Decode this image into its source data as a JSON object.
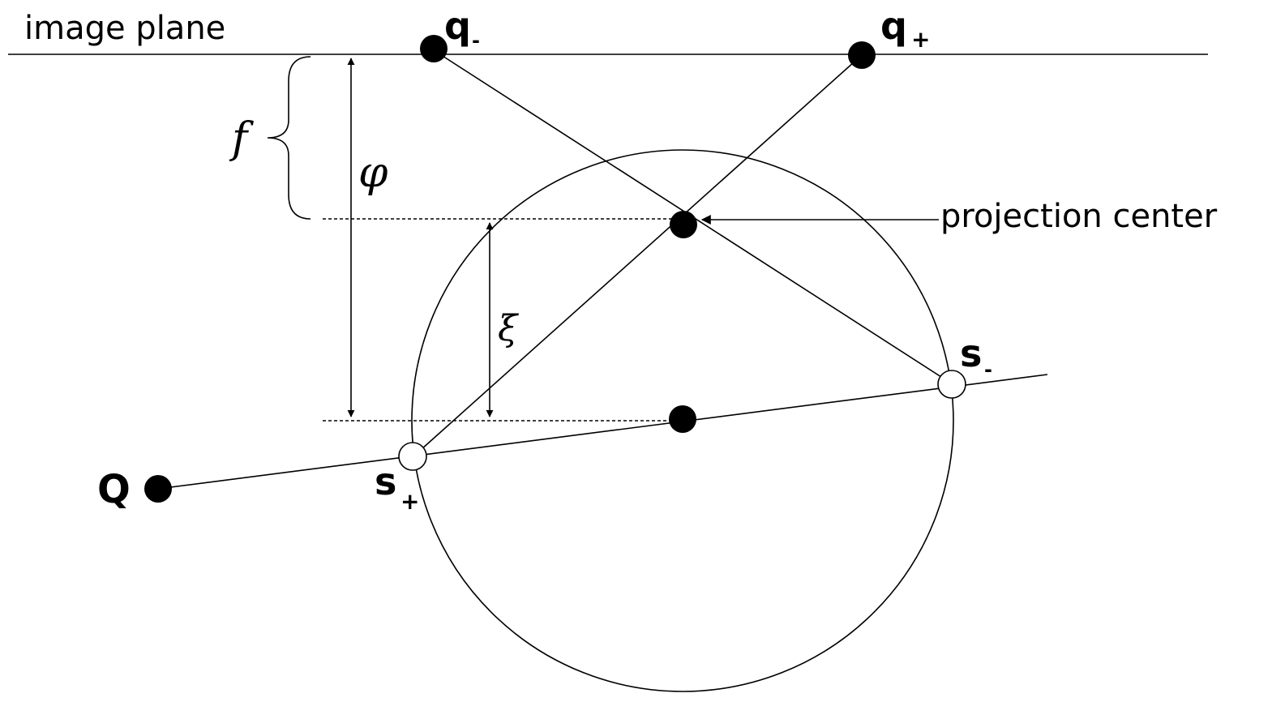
{
  "labels": {
    "image_plane": "image plane",
    "projection_center": "projection center",
    "f": "f",
    "phi": "φ",
    "xi": "ξ",
    "q_minus": "q",
    "q_minus_sub": "-",
    "q_plus": "q",
    "q_plus_sub": "+",
    "s_minus": "s",
    "s_minus_sub": "-",
    "s_plus": "s",
    "s_plus_sub": "+",
    "Q": "Q"
  },
  "colors": {
    "stroke": "#000000",
    "background": "#ffffff"
  }
}
